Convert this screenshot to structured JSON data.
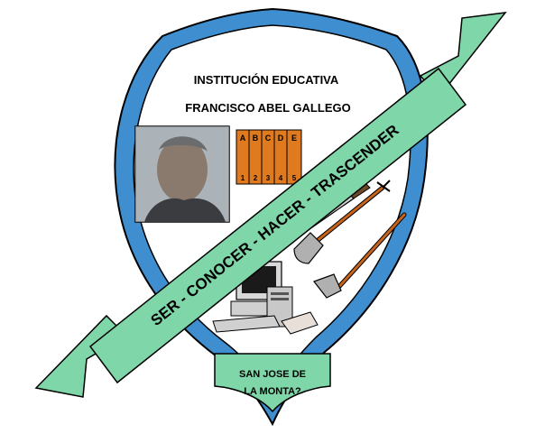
{
  "crest": {
    "institution_line1": "INSTITUCIÓN EDUCATIVA",
    "institution_line2": "FRANCISCO ABEL GALLEGO",
    "motto": "SER - CONOCER - HACER - TRASCENDER",
    "location_line1": "SAN JOSE DE",
    "location_line2": "LA MONTA?",
    "book_letters": [
      "A",
      "B",
      "C",
      "D",
      "E"
    ],
    "book_numbers": [
      "1",
      "2",
      "3",
      "4",
      "5"
    ]
  },
  "colors": {
    "shield_outer": "#3f8fd0",
    "shield_inner": "#ffffff",
    "banner": "#7fd6a8",
    "books": "#e07a1f",
    "tool_handle": "#c8641a",
    "outline": "#000000"
  },
  "icons": [
    "portrait-icon",
    "books-icon",
    "machete-icon",
    "shovel-icon",
    "hoe-icon",
    "computer-icon"
  ]
}
